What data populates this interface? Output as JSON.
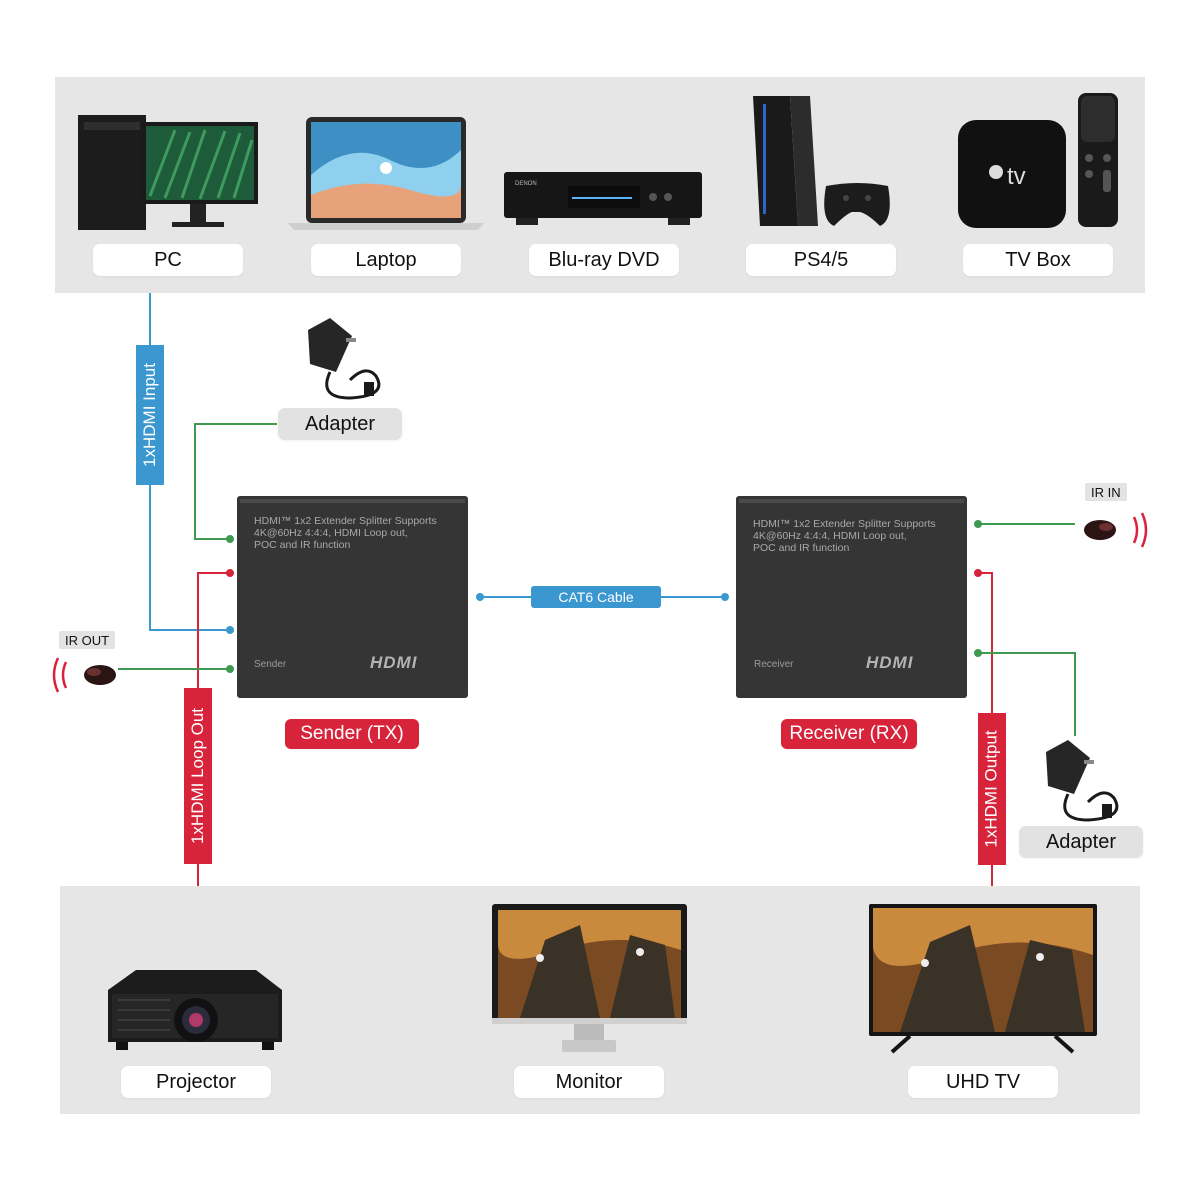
{
  "colors": {
    "blue": "#3a97cf",
    "red": "#d7243b",
    "green": "#3d9a4e",
    "panel": "#e6e6e6",
    "device": "#353535"
  },
  "sources": [
    "PC",
    "Laptop",
    "Blu-ray DVD",
    "PS4/5",
    "TV Box"
  ],
  "displays": [
    "Projector",
    "Monitor",
    "UHD TV"
  ],
  "adapter_label": "Adapter",
  "ir_out_label": "IR OUT",
  "ir_in_label": "IR IN",
  "cable_label": "CAT6 Cable",
  "hdmi_input_label": "1xHDMI Input",
  "hdmi_loop_label": "1xHDMI Loop Out",
  "hdmi_output_label": "1xHDMI Output",
  "sender": {
    "desc": [
      "HDMI™ 1x2 Extender Splitter Supports",
      "4K@60Hz 4:4:4, HDMI Loop out,",
      "POC and IR function"
    ],
    "side_label": "Sender",
    "logo": "HDMI",
    "caption": "Sender (TX)"
  },
  "receiver": {
    "desc": [
      "HDMI™ 1x2 Extender Splitter Supports",
      "4K@60Hz 4:4:4, HDMI Loop out,",
      "POC and IR function"
    ],
    "side_label": "Receiver",
    "logo": "HDMI",
    "caption": "Receiver (RX)"
  },
  "logos": {
    "tv_box": "tv",
    "dvd_brand": "DENON"
  }
}
